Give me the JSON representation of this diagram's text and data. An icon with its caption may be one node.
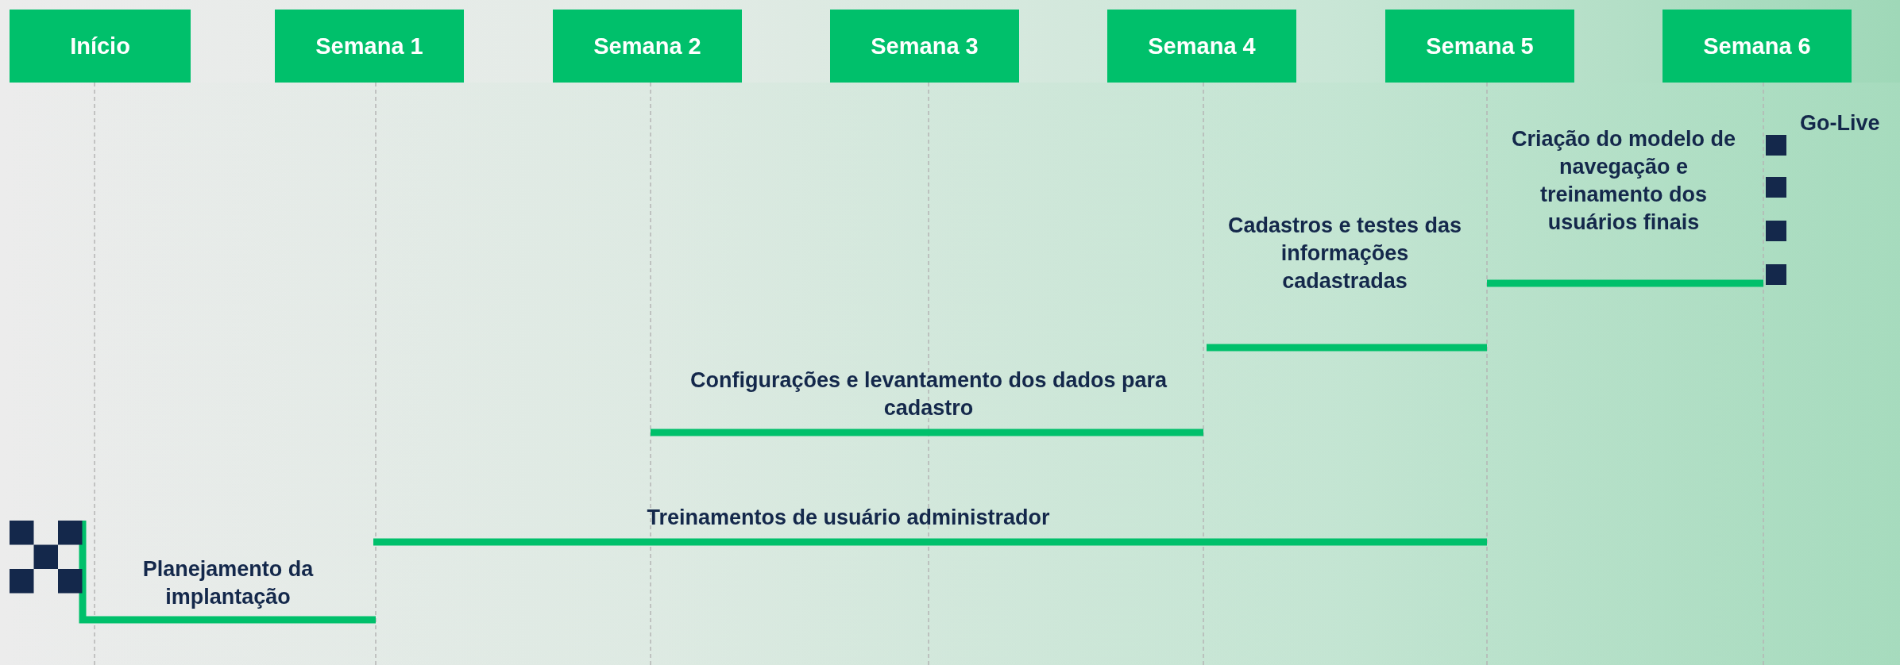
{
  "diagram": {
    "nodes": [
      {
        "text": [
          "Início"
        ]
      },
      {
        "text": [
          "Semana 1"
        ]
      },
      {
        "text": [
          "Semana 2"
        ]
      },
      {
        "text": [
          "Semana 3"
        ]
      },
      {
        "text": [
          "Semana 4"
        ]
      },
      {
        "text": [
          "Semana 5"
        ]
      },
      {
        "text": [
          "Semana 6"
        ]
      }
    ],
    "labels": [
      "Planejamento da implantação",
      "Treinamentos de usuário administrador",
      "Configurações e levantamento dos dados para cadastro",
      "Cadastros e testes das informações cadastradas",
      "Criação do modelo de navegação e treinamento dos usuários finais",
      "Go-Live"
    ]
  }
}
